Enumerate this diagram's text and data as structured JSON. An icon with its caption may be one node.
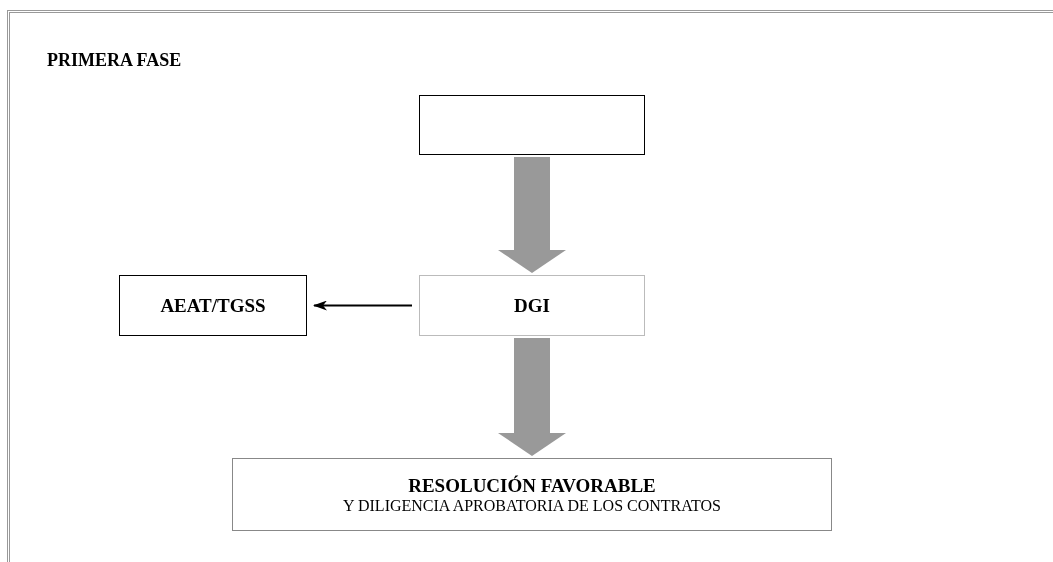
{
  "diagram": {
    "title": "PRIMERA FASE",
    "nodes": [
      {
        "text": [],
        "shape": "box"
      },
      {
        "text": [
          "AEAT/TGSS"
        ]
      },
      {
        "text": [
          "DGI"
        ]
      },
      {
        "text": [
          "RESOLUCIÓN FAVORABLE",
          "Y DILIGENCIA APROBATORIA DE LOS CONTRATOS"
        ]
      }
    ],
    "edges": [
      {
        "from": 0,
        "to": 2,
        "arrow": "to"
      },
      {
        "from": 2,
        "to": 1,
        "arrow": "to",
        "color": "#000000"
      },
      {
        "from": 2,
        "to": 3,
        "arrow": "to"
      }
    ]
  }
}
